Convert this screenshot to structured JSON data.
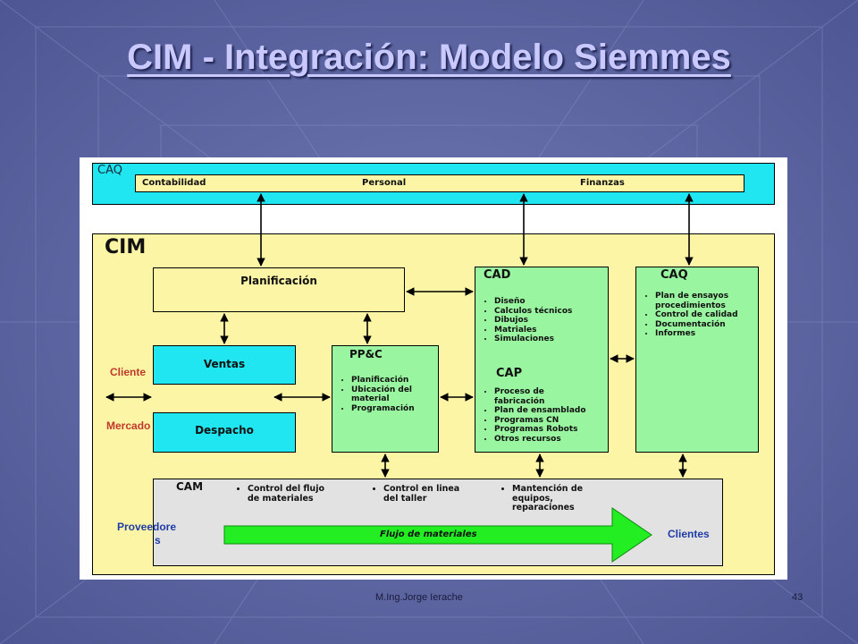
{
  "slide": {
    "title": "CIM - Integración: Modelo Siemmes",
    "footer_author": "M.Ing.Jorge Ierache",
    "page_number": "43"
  },
  "diagram": {
    "caq_outer": {
      "label": "CAQ",
      "items": [
        "Contabilidad",
        "Personal",
        "Finanzas"
      ]
    },
    "cim": {
      "label": "CIM"
    },
    "planificacion": {
      "label": "Planificación"
    },
    "ventas": {
      "label": "Ventas"
    },
    "despacho": {
      "label": "Despacho"
    },
    "ppc": {
      "label": "PP&C",
      "items": [
        "Planificación",
        "Ubicación del material",
        "Programación"
      ]
    },
    "cad": {
      "label": "CAD",
      "items": [
        "Diseño",
        "Calculos técnicos",
        "Dibujos",
        "Matriales",
        "Simulaciones"
      ]
    },
    "cap": {
      "label": "CAP",
      "items": [
        "Proceso de fabricación",
        "Plan de ensamblado",
        "Programas CN",
        "Programas Robots",
        "Otros recursos"
      ]
    },
    "caq_inner": {
      "label": "CAQ",
      "items": [
        "Plan de ensayos procedimientos",
        "Control de calidad",
        "Documentación",
        "Informes"
      ]
    },
    "cam": {
      "label": "CAM",
      "items": [
        "Control del flujo de materiales",
        "Control en linea del taller",
        "Mantención de equipos, reparaciones"
      ],
      "flow_label": "Flujo de materiales"
    },
    "side_labels": {
      "cliente": "Cliente",
      "mercado": "Mercado",
      "proveedores_1": "Proveedore",
      "proveedores_2": "s",
      "clientes": "Clientes"
    },
    "colors": {
      "yellow": "#fdf5a6",
      "cyan": "#1fe6f0",
      "green": "#99f59f",
      "gray": "#e2e2e2",
      "arrow_green": "#22ee22",
      "red": "#c0392b",
      "blue": "#1f3ca6"
    }
  }
}
